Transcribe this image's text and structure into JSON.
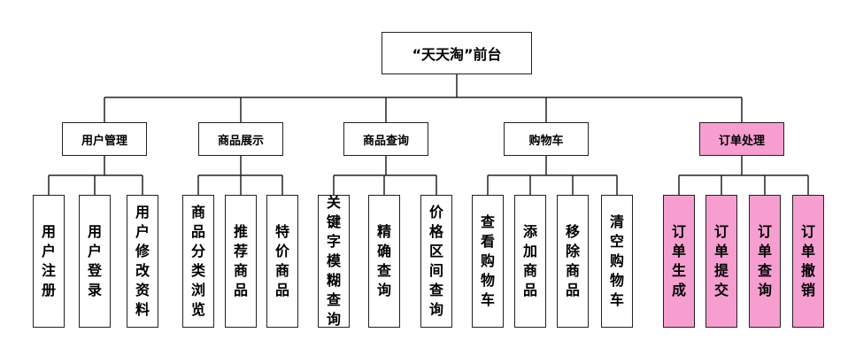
{
  "root": "“天天淘”前台",
  "colors": {
    "highlight": "#f69ed0",
    "line": "#222222"
  },
  "modules": [
    {
      "label": "用户管理",
      "highlight": false,
      "children": [
        "用户注册",
        "用户登录",
        "用户修改资料"
      ]
    },
    {
      "label": "商品展示",
      "highlight": false,
      "children": [
        "商品分类浏览",
        "推荐商品",
        "特价商品"
      ]
    },
    {
      "label": "商品查询",
      "highlight": false,
      "children": [
        "关键字模糊查询",
        "精确查询",
        "价格区间查询"
      ]
    },
    {
      "label": "购物车",
      "highlight": false,
      "children": [
        "查看购物车",
        "添加商品",
        "移除商品",
        "清空购物车"
      ]
    },
    {
      "label": "订单处理",
      "highlight": true,
      "children": [
        "订单生成",
        "订单提交",
        "订单查询",
        "订单撤销"
      ]
    }
  ]
}
